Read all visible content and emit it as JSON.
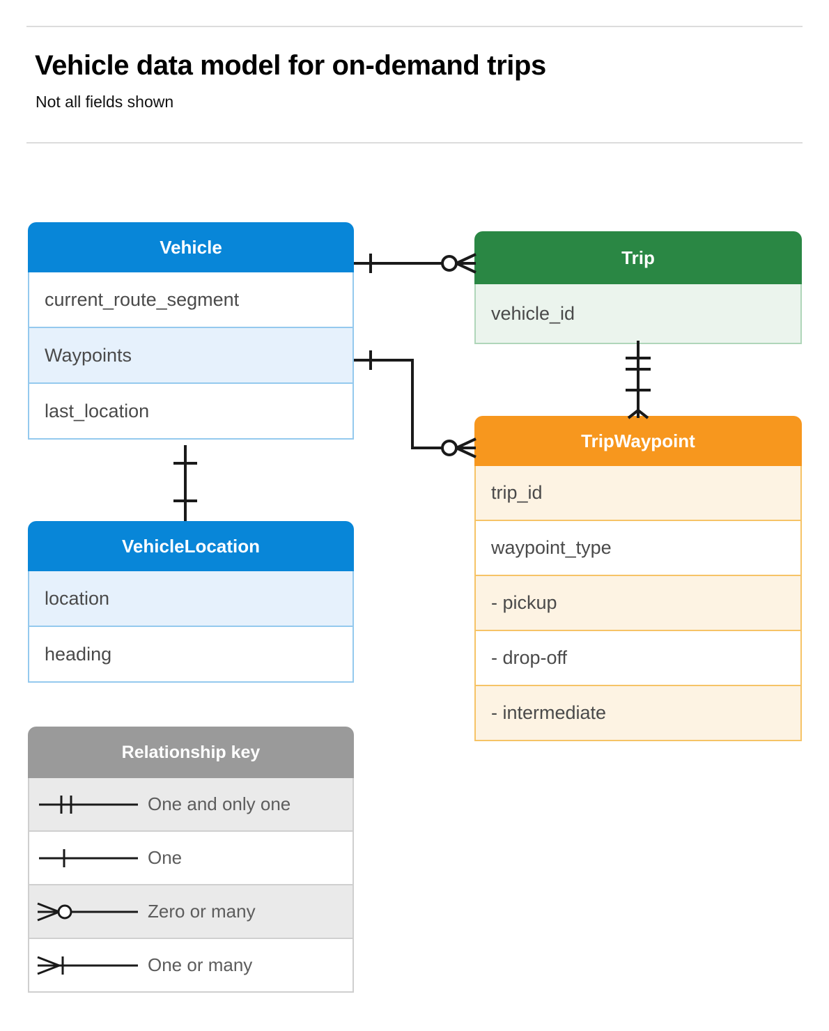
{
  "header": {
    "title": "Vehicle data model for on-demand trips",
    "subtitle": "Not all fields shown"
  },
  "colors": {
    "vehicle": "#0886d8",
    "vehicle_location": "#0886d8",
    "trip": "#2a8744",
    "trip_waypoint": "#f7971e",
    "legend": "#9a9a9a",
    "connector": "#1a1a1a",
    "rule": "#dcdcdc",
    "field_text": "#4a4a4a"
  },
  "entities": [
    {
      "name": "Vehicle",
      "theme": "blue",
      "fields": [
        {
          "label": "current_route_segment"
        },
        {
          "label": "Waypoints"
        },
        {
          "label": "last_location"
        }
      ]
    },
    {
      "name": "VehicleLocation",
      "theme": "blue",
      "fields": [
        {
          "label": "location"
        },
        {
          "label": "heading"
        }
      ]
    },
    {
      "name": "Trip",
      "theme": "green",
      "fields": [
        {
          "label": "vehicle_id"
        }
      ]
    },
    {
      "name": "TripWaypoint",
      "theme": "orange",
      "fields": [
        {
          "label": "trip_id"
        },
        {
          "label": "waypoint_type"
        },
        {
          "label": "-  pickup"
        },
        {
          "label": "-  drop-off"
        },
        {
          "label": "-  intermediate"
        }
      ]
    }
  ],
  "legend": {
    "title": "Relationship key",
    "rows": [
      {
        "symbol": "one-and-only-one-icon",
        "label": "One and only one"
      },
      {
        "symbol": "one-icon",
        "label": "One"
      },
      {
        "symbol": "zero-or-many-icon",
        "label": "Zero or many"
      },
      {
        "symbol": "one-or-many-icon",
        "label": "One or many"
      }
    ]
  },
  "relationships": [
    {
      "id": "vehicle-to-trip",
      "from": "Vehicle",
      "to": "Trip",
      "from_cardinality": "One",
      "to_cardinality": "Zero or many"
    },
    {
      "id": "vehicle-waypoints-to-tripwaypoint",
      "from": "Vehicle.Waypoints",
      "to": "TripWaypoint",
      "from_cardinality": "One",
      "to_cardinality": "Zero or many"
    },
    {
      "id": "trip-to-tripwaypoint",
      "from": "Trip",
      "to": "TripWaypoint",
      "from_cardinality": "One and only one",
      "to_cardinality": "One or many"
    },
    {
      "id": "vehicle-to-vehiclelocation",
      "from": "Vehicle",
      "to": "VehicleLocation",
      "from_cardinality": "One",
      "to_cardinality": "One"
    }
  ]
}
